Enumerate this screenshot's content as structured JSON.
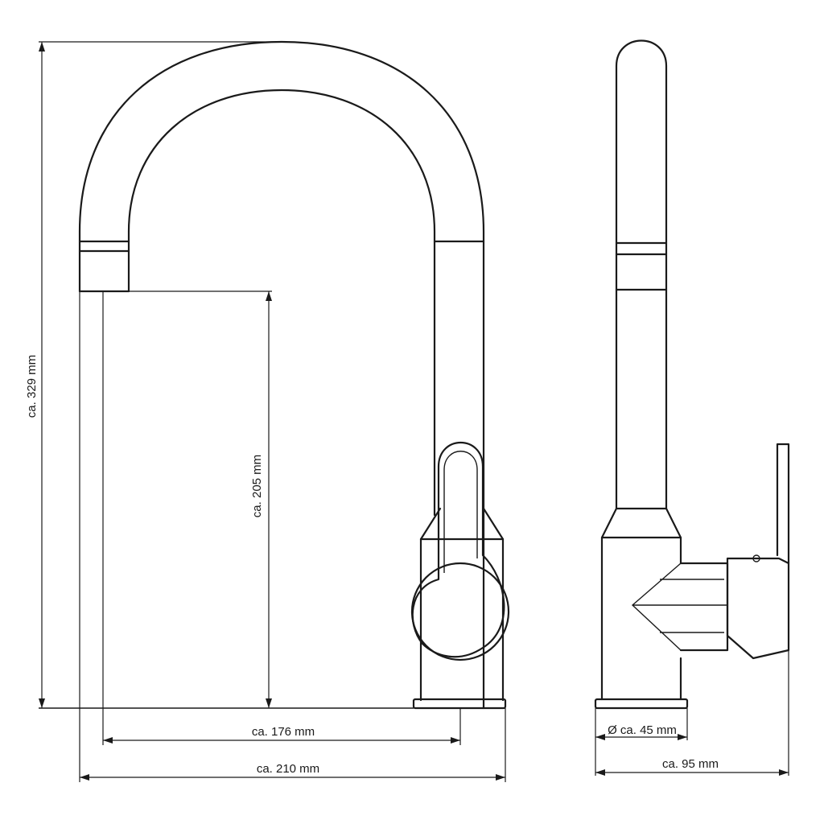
{
  "dimensions": {
    "total_height": "ca. 329 mm",
    "spout_height": "ca. 205 mm",
    "spout_reach": "ca. 176 mm",
    "total_depth": "ca. 210 mm",
    "base_diameter": "Ø ca. 45 mm",
    "total_width": "ca. 95 mm"
  }
}
